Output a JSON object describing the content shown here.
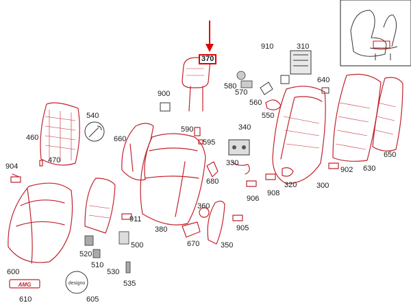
{
  "diagram": {
    "highlighted": "370",
    "accent": "#e00000",
    "line_color": "#c2202b",
    "arrow_target": "370",
    "callouts": [
      {
        "id": "p370",
        "text": "370"
      },
      {
        "id": "p910",
        "text": "910"
      },
      {
        "id": "p310",
        "text": "310"
      },
      {
        "id": "p640",
        "text": "640"
      },
      {
        "id": "p580",
        "text": "580"
      },
      {
        "id": "p570",
        "text": "570"
      },
      {
        "id": "p560",
        "text": "560"
      },
      {
        "id": "p550",
        "text": "550"
      },
      {
        "id": "p540",
        "text": "540"
      },
      {
        "id": "p900",
        "text": "900"
      },
      {
        "id": "p460",
        "text": "460"
      },
      {
        "id": "p470",
        "text": "470"
      },
      {
        "id": "p660",
        "text": "660"
      },
      {
        "id": "p590",
        "text": "590"
      },
      {
        "id": "p595",
        "text": "595"
      },
      {
        "id": "p340",
        "text": "340"
      },
      {
        "id": "p650",
        "text": "650"
      },
      {
        "id": "p904",
        "text": "904"
      },
      {
        "id": "p330",
        "text": "330"
      },
      {
        "id": "p902",
        "text": "902"
      },
      {
        "id": "p630",
        "text": "630"
      },
      {
        "id": "p680",
        "text": "680"
      },
      {
        "id": "p320",
        "text": "320"
      },
      {
        "id": "p300",
        "text": "300"
      },
      {
        "id": "p908",
        "text": "908"
      },
      {
        "id": "p906",
        "text": "906"
      },
      {
        "id": "p360",
        "text": "360"
      },
      {
        "id": "p911",
        "text": "911"
      },
      {
        "id": "p905",
        "text": "905"
      },
      {
        "id": "p380",
        "text": "380"
      },
      {
        "id": "p500",
        "text": "500"
      },
      {
        "id": "p670",
        "text": "670"
      },
      {
        "id": "p350",
        "text": "350"
      },
      {
        "id": "p520",
        "text": "520"
      },
      {
        "id": "p510",
        "text": "510"
      },
      {
        "id": "p600",
        "text": "600"
      },
      {
        "id": "p530",
        "text": "530"
      },
      {
        "id": "p535",
        "text": "535"
      },
      {
        "id": "p610",
        "text": "610"
      },
      {
        "id": "p605",
        "text": "605"
      }
    ],
    "badges": {
      "amg": "AMG",
      "designo": "designo"
    }
  }
}
